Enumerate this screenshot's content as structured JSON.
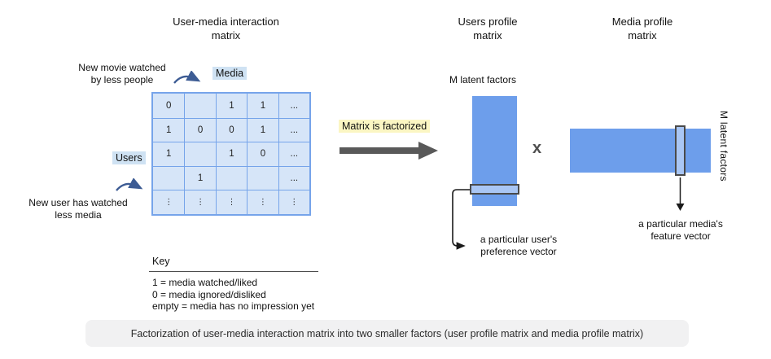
{
  "interaction_matrix": {
    "title": "User-media interaction\nmatrix",
    "annotation_top": "New movie watched\nby less people",
    "annotation_bottom": "New user has watched\nless media",
    "col_label": "Media",
    "row_label": "Users",
    "cells": [
      [
        "0",
        "",
        "1",
        "1",
        "..."
      ],
      [
        "1",
        "0",
        "0",
        "1",
        "..."
      ],
      [
        "1",
        "",
        "1",
        "0",
        "..."
      ],
      [
        "",
        "1",
        "",
        "",
        "..."
      ],
      [
        "⋮",
        "⋮",
        "⋮",
        "⋮",
        "⋮"
      ]
    ]
  },
  "key": {
    "title": "Key",
    "items": "1 = media watched/liked\n0 = media ignored/disliked\nempty = media has no impression yet"
  },
  "factorization": {
    "label": "Matrix is factorized"
  },
  "users_profile": {
    "title": "Users profile\nmatrix",
    "latent_label": "M latent factors",
    "vector_caption": "a particular user's\npreference vector"
  },
  "multiply_symbol": "x",
  "media_profile": {
    "title": "Media profile\nmatrix",
    "latent_label": "M latent factors",
    "vector_caption": "a particular media's\nfeature vector"
  },
  "caption": "Factorization of user-media interaction matrix into two smaller factors (user profile matrix and media profile matrix)",
  "colors": {
    "matrix_fill": "#6d9eeb",
    "cell_fill": "#d6e5f8",
    "grid_border": "#76a4ea",
    "band_fill": "#a9c6f4",
    "band_border": "#4a4a4a",
    "label_highlight": "#cfe2f3",
    "highlight_yellow": "#fbf6c3",
    "arrow_gray": "#595959",
    "curved_arrow_blue": "#3d5c94",
    "caption_bg": "#f1f1f2"
  }
}
